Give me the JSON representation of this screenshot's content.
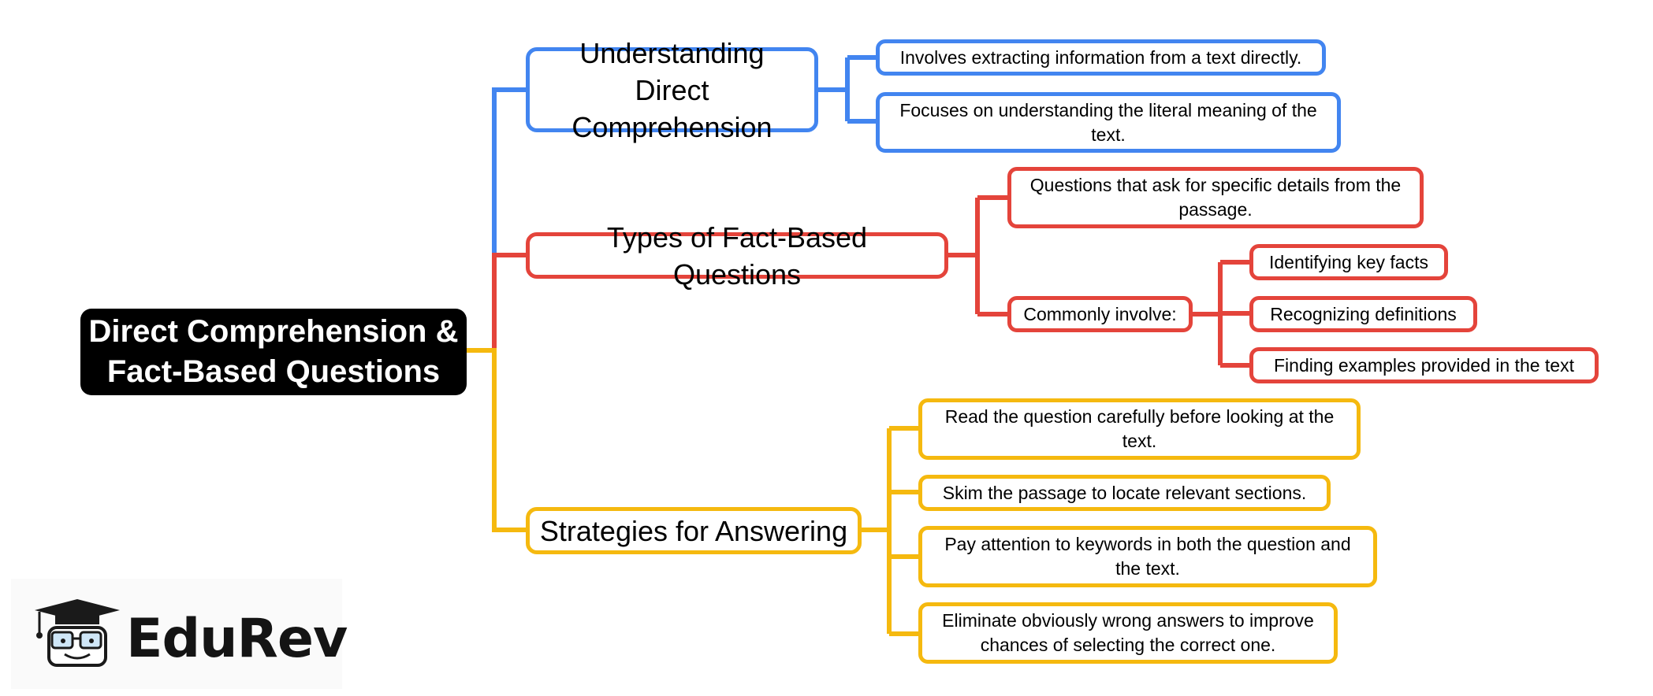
{
  "colors": {
    "root_bg": "#000000",
    "root_text": "#ffffff",
    "blue": "#4285f0",
    "red": "#e4443b",
    "yellow": "#f5b90f"
  },
  "root": {
    "line1": "Direct Comprehension &",
    "line2": "Fact-Based Questions"
  },
  "branches": [
    {
      "label_line1": "Understanding Direct",
      "label_line2": "Comprehension",
      "color": "blue",
      "children": [
        {
          "text": "Involves extracting information from a text directly."
        },
        {
          "text_line1": "Focuses on understanding the literal meaning of the",
          "text_line2": "text."
        }
      ]
    },
    {
      "label": "Types of Fact-Based Questions",
      "color": "red",
      "children": [
        {
          "text_line1": "Questions that ask for specific details from the",
          "text_line2": "passage."
        },
        {
          "text": "Commonly involve:",
          "children": [
            {
              "text": "Identifying key facts"
            },
            {
              "text": "Recognizing definitions"
            },
            {
              "text": "Finding examples provided in the text"
            }
          ]
        }
      ]
    },
    {
      "label": "Strategies for Answering",
      "color": "yellow",
      "children": [
        {
          "text_line1": "Read the question carefully before looking at the",
          "text_line2": "text."
        },
        {
          "text": "Skim the passage to locate relevant sections."
        },
        {
          "text_line1": "Pay attention to keywords in both the question and",
          "text_line2": "the text."
        },
        {
          "text_line1": "Eliminate obviously wrong answers to improve",
          "text_line2": "chances of selecting the correct one."
        }
      ]
    }
  ],
  "logo": {
    "text": "EduRev",
    "icon": "graduation-cap-mascot-icon"
  }
}
